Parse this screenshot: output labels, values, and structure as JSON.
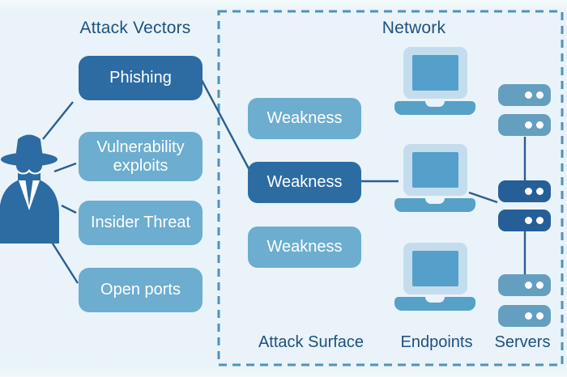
{
  "colors": {
    "bg": "#e9f3f9",
    "box-dark": "#2d6ba3",
    "box-light": "#6cadd0",
    "server-light": "#649fbf",
    "server-dark": "#265e97",
    "laptop-shell": "#c3ddee",
    "laptop-screen": "#55a0ca",
    "laptop-base": "#57a0c8",
    "line": "#2b5f8f",
    "text": "#1e5181",
    "dash-border": "#4f93b8",
    "box-text": "#ffffff"
  },
  "left_panel": {
    "title": "Attack Vectors",
    "vectors": [
      {
        "label": "Phishing",
        "variant": "dark"
      },
      {
        "label": "Vulnerability exploits",
        "variant": "light"
      },
      {
        "label": "Insider Threat",
        "variant": "light"
      },
      {
        "label": "Open ports",
        "variant": "light"
      }
    ],
    "attacker_icon": "spy-attacker-icon"
  },
  "network_panel": {
    "title": "Network",
    "weaknesses": [
      {
        "label": "Weakness",
        "variant": "light"
      },
      {
        "label": "Weakness",
        "variant": "dark"
      },
      {
        "label": "Weakness",
        "variant": "light"
      }
    ],
    "labels": {
      "attack_surface": "Attack Surface",
      "endpoints": "Endpoints",
      "servers": "Servers"
    },
    "endpoint_count": 3,
    "server_count": 6,
    "compromised_path": [
      "Phishing",
      "Weakness",
      "Endpoint 2",
      "Servers 3-4"
    ]
  }
}
